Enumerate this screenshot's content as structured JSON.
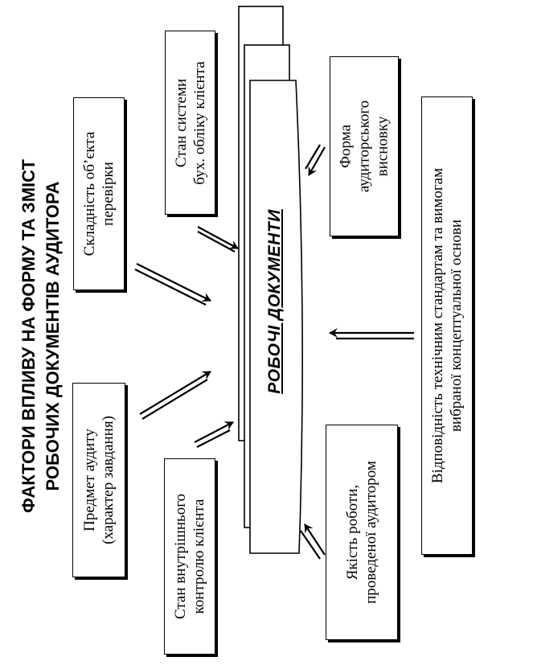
{
  "title": {
    "line1": "ФАКТОРИ ВПЛИВУ НА ФОРМУ ТА ЗМІСТ",
    "line2": "РОБОЧИХ ДОКУМЕНТІВ АУДИТОРА"
  },
  "center": {
    "label": "РОБОЧІ ДОКУМЕНТИ"
  },
  "factors": {
    "complexity": {
      "line1": "Складність об’єкта",
      "line2": "перевірки"
    },
    "accounting_system": {
      "line1": "Стан системи",
      "line2": "бух. обліку клієнта"
    },
    "audit_report_form": {
      "line1": "Форма",
      "line2": "аудиторського",
      "line3": "висновку"
    },
    "standards": {
      "line1": "Відповідність технічним стандартам та вимогам",
      "line2": "вибраної концептуальної основи"
    },
    "subject": {
      "line1": "Предмет аудиту",
      "line2": "(характер завдання)"
    },
    "internal_control": {
      "line1": "Стан внутрішнього",
      "line2": "контролю клієнта"
    },
    "work_quality": {
      "line1": "Якість роботи,",
      "line2": "проведеної аудитором"
    }
  }
}
